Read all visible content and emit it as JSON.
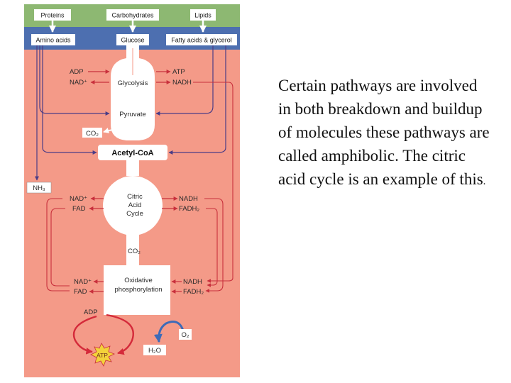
{
  "diagram": {
    "top": {
      "proteins": "Proteins",
      "carbohydrates": "Carbohydrates",
      "lipids": "Lipids"
    },
    "second": {
      "amino_acids": "Amino acids",
      "glucose": "Glucose",
      "fatty_acids": "Fatty acids & glycerol"
    },
    "glycolysis": {
      "adp": "ADP",
      "nad_plus": "NAD⁺",
      "label": "Glycolysis",
      "atp": "ATP",
      "nadh": "NADH",
      "pyruvate": "Pyruvate",
      "co2": "CO₂"
    },
    "acetyl_coa": "Acetyl-CoA",
    "nh3": "NH₃",
    "citric": {
      "nad_plus": "NAD⁺",
      "fad": "FAD",
      "label_1": "Citric",
      "label_2": "Acid",
      "label_3": "Cycle",
      "nadh": "NADH",
      "fadh2": "FADH₂",
      "co2": "CO₂"
    },
    "oxidative": {
      "nad_plus": "NAD⁺",
      "fad": "FAD",
      "label_1": "Oxidative",
      "label_2": "phosphorylation",
      "nadh": "NADH",
      "fadh2": "FADH₂"
    },
    "bottom": {
      "adp": "ADP",
      "atp": "ATP",
      "o2": "O₂",
      "h2o": "H₂O"
    }
  },
  "caption": {
    "main": "Certain pathways are involved in both breakdown and buildup of molecules these pathways are called amphibolic.  The citric acid cycle is an example of this",
    "period": "."
  },
  "colors": {
    "green_band": "#8db872",
    "blue_band": "#4d6fb0",
    "salmon": "#f49a88",
    "pathway_white": "#ffffff",
    "arrow_red": "#c8303c",
    "arrow_purple": "#4a3c86",
    "cycle_red": "#d42a3a",
    "cycle_blue": "#3d6bb8",
    "atp_yellow": "#f3d23a"
  }
}
